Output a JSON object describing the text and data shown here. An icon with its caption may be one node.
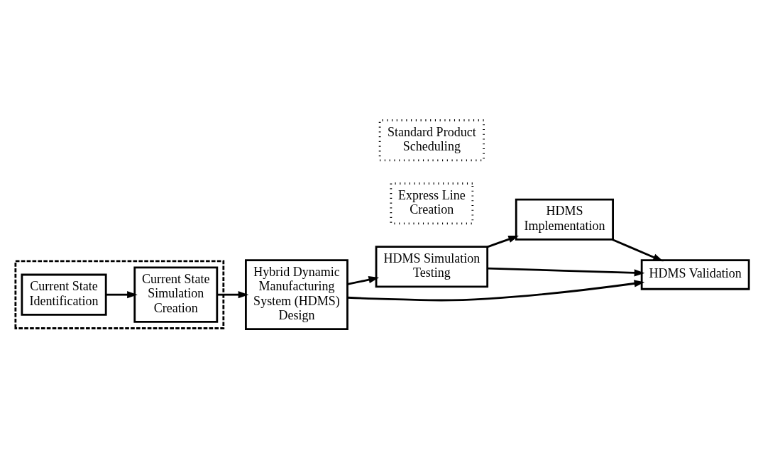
{
  "diagram": {
    "nodes": [
      {
        "text": [],
        "shape": "box"
      },
      {
        "text": [
          "Current State Identification"
        ],
        "in": 0
      },
      {
        "text": [
          "Current State Simulation Creation"
        ],
        "in": 0
      },
      {
        "text": [
          "Hybrid Dynamic Manufacturing System (HDMS) Design"
        ]
      },
      {
        "text": [
          "Express Line Creation"
        ]
      },
      {
        "text": [
          "HDMS Simulation Testing"
        ]
      },
      {
        "text": [
          "HDMS Implementation"
        ]
      },
      {
        "text": [
          "Standard Product Scheduling"
        ]
      },
      {
        "text": [
          "HDMS Validation"
        ]
      }
    ],
    "edges": [
      {
        "from": 1,
        "to": 2,
        "arrow": "to"
      },
      {
        "from": 2,
        "to": 3,
        "arrow": "to"
      },
      {
        "from": 3,
        "to": 5,
        "arrow": "to"
      },
      {
        "from": 5,
        "to": 6,
        "arrow": "to"
      },
      {
        "from": 3,
        "to": 8,
        "arrow": "to"
      },
      {
        "from": 5,
        "to": 8,
        "arrow": "to"
      },
      {
        "from": 6,
        "to": 8,
        "arrow": "to"
      }
    ]
  }
}
